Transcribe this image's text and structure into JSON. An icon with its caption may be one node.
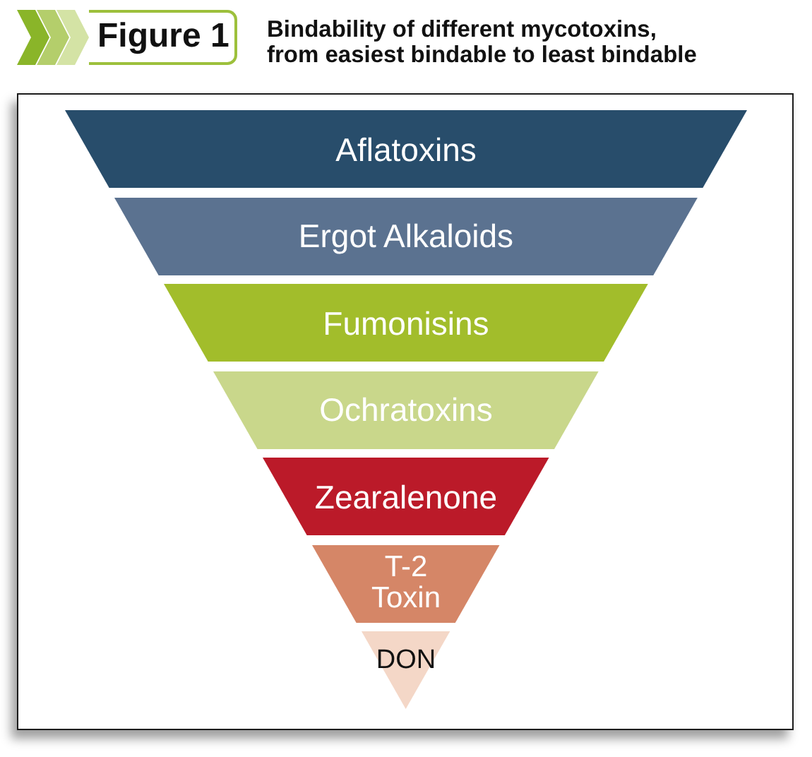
{
  "diagram": {
    "title": "Bindability of different mycotoxins, from easiest bindable to least bindable",
    "nodes": [
      {
        "text": [
          "Figure 1"
        ]
      },
      {
        "text": [
          "Aflatoxins"
        ]
      },
      {
        "text": [
          "Ergot Alkaloids"
        ]
      },
      {
        "text": [
          "Fumonisins"
        ]
      },
      {
        "text": [
          "Ochratoxins"
        ]
      },
      {
        "text": [
          "Zearalenone"
        ]
      },
      {
        "text": [
          "T-2 Toxin"
        ]
      },
      {
        "text": [
          "DON"
        ]
      }
    ]
  }
}
